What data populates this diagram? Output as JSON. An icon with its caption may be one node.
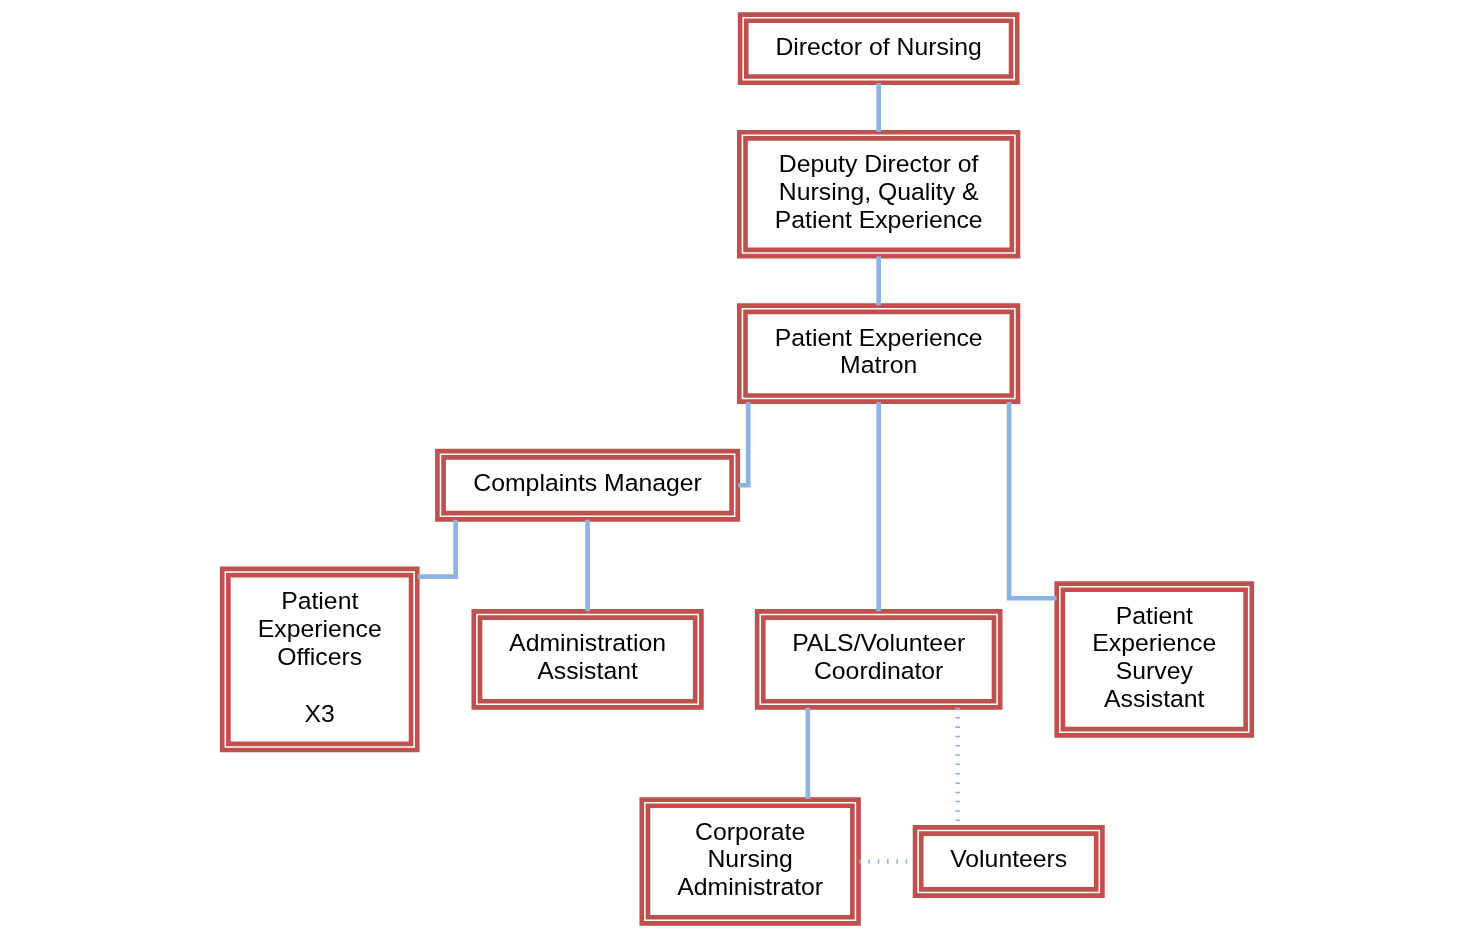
{
  "diagram": {
    "nodes": [
      {
        "text": [
          "Director of Nursing"
        ]
      },
      {
        "text": [
          "Deputy Director of Nursing, Quality & Patient Experience"
        ]
      },
      {
        "text": [
          "Patient Experience Matron"
        ]
      },
      {
        "text": [
          "Complaints Manager"
        ]
      },
      {
        "text": [
          "PALS/Volunteer Coordinator"
        ]
      },
      {
        "text": [
          "Corporate Nursing Administrator"
        ]
      },
      {
        "text": [
          "Volunteers"
        ]
      },
      {
        "text": [
          "Patient Experience Officers",
          "X3"
        ]
      },
      {
        "text": [
          "Administration Assistant"
        ]
      },
      {
        "text": [
          "Patient Experience Survey Assistant"
        ]
      }
    ],
    "edges": [
      {
        "from": 0,
        "to": 1,
        "arrow": "none"
      },
      {
        "from": 1,
        "to": 2,
        "arrow": "none"
      },
      {
        "from": 2,
        "to": 3,
        "arrow": "none"
      },
      {
        "from": 2,
        "to": 4,
        "arrow": "none"
      },
      {
        "from": 2,
        "to": 9,
        "arrow": "none"
      },
      {
        "from": 3,
        "to": 7,
        "arrow": "none"
      },
      {
        "from": 3,
        "to": 8,
        "arrow": "none"
      },
      {
        "from": 4,
        "to": 5,
        "arrow": "none"
      },
      {
        "from": 4,
        "to": 6,
        "arrow": "none",
        "style": "dashed"
      },
      {
        "from": 5,
        "to": 6,
        "arrow": "none",
        "style": "dashed"
      }
    ]
  }
}
